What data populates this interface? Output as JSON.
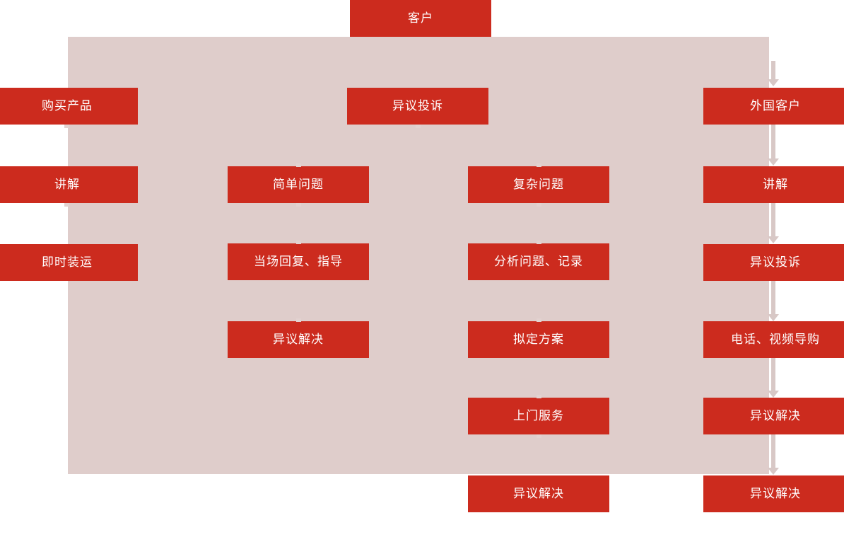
{
  "diagram": {
    "title_node": {
      "label": "客户"
    },
    "colors": {
      "node_fill": "#cc2b1e",
      "node_text": "#ffffff",
      "panel_fill": "#dfcdcb",
      "connector": "#d8c8c6",
      "page_background": "#ffffff"
    },
    "columns": [
      {
        "name": "column-domestic-purchase",
        "nodes": [
          {
            "label": "购买产品"
          },
          {
            "label": "讲解"
          },
          {
            "label": "即时装运"
          }
        ]
      },
      {
        "name": "column-simple-complaint",
        "nodes": [
          {
            "label": "异议投诉"
          },
          {
            "label": "简单问题"
          },
          {
            "label": "当场回复、指导"
          },
          {
            "label": "异议解决"
          }
        ]
      },
      {
        "name": "column-complex-complaint",
        "nodes": [
          {
            "label": "复杂问题"
          },
          {
            "label": "分析问题、记录"
          },
          {
            "label": "拟定方案"
          },
          {
            "label": "上门服务"
          },
          {
            "label": "异议解决"
          }
        ]
      },
      {
        "name": "column-foreign-customer",
        "nodes": [
          {
            "label": "外国客户"
          },
          {
            "label": "讲解"
          },
          {
            "label": "异议投诉"
          },
          {
            "label": "电话、视频导购"
          },
          {
            "label": "异议解决"
          },
          {
            "label": "异议解决"
          }
        ]
      }
    ]
  }
}
